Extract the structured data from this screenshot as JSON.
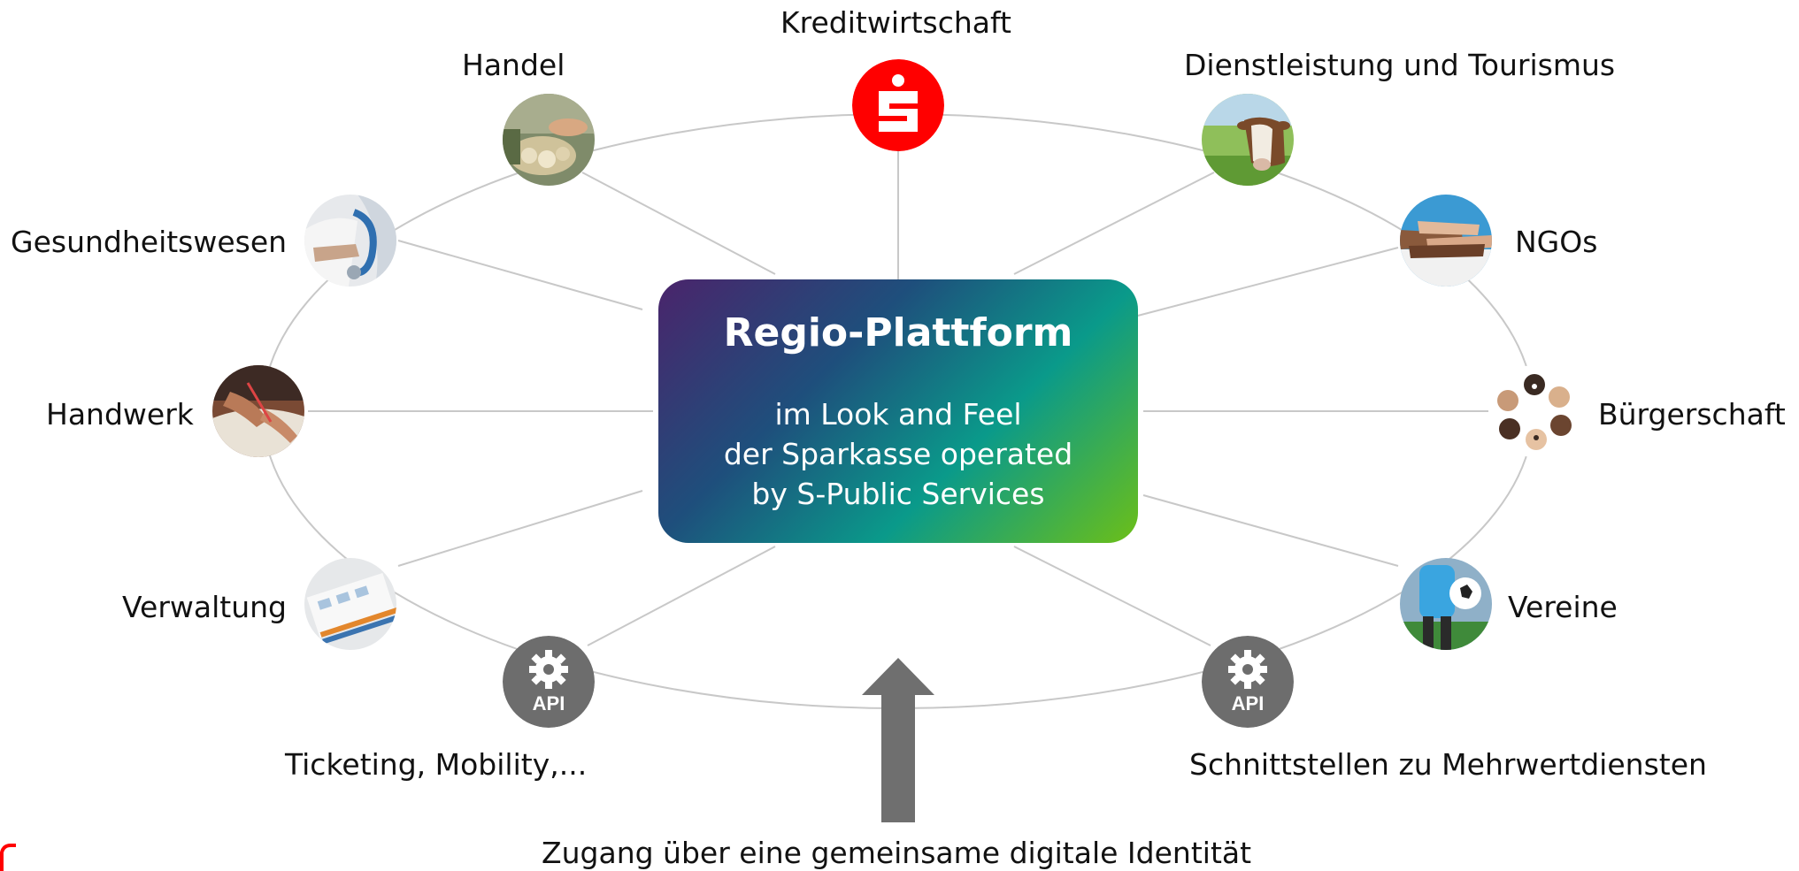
{
  "center": {
    "title": "Regio-Plattform",
    "subtitle_lines": [
      "im Look and Feel",
      "der Sparkasse operated",
      "by S-Public Services"
    ]
  },
  "nodes": {
    "kreditwirtschaft": {
      "label": "Kreditwirtschaft",
      "icon": "sparkasse-logo-icon"
    },
    "handel": {
      "label": "Handel",
      "icon": "market-photo-icon"
    },
    "dienstleistung": {
      "label": "Dienstleistung und Tourismus",
      "icon": "cow-photo-icon"
    },
    "gesundheitswesen": {
      "label": "Gesundheitswesen",
      "icon": "stethoscope-photo-icon"
    },
    "ngos": {
      "label": "NGOs",
      "icon": "stacked-hands-photo-icon"
    },
    "handwerk": {
      "label": "Handwerk",
      "icon": "craft-photo-icon"
    },
    "buergerschaft": {
      "label": "Bürgerschaft",
      "icon": "people-circle-photo-icon"
    },
    "verwaltung": {
      "label": "Verwaltung",
      "icon": "documents-photo-icon"
    },
    "vereine": {
      "label": "Vereine",
      "icon": "football-photo-icon"
    },
    "ticketing": {
      "label": "Ticketing, Mobility,...",
      "icon": "api-gear-icon",
      "badge": "API"
    },
    "schnittstellen": {
      "label": "Schnittstellen zu Mehrwertdiensten",
      "icon": "api-gear-icon",
      "badge": "API"
    }
  },
  "bottom": {
    "label": "Zugang über eine gemeinsame digitale Identität",
    "icon": "up-arrow-icon"
  },
  "colors": {
    "sparkasse_red": "#ff0000",
    "api_gray": "#6d6d6d",
    "arrow_gray": "#6f6f6f",
    "connector_gray": "#c8c8c8",
    "gradient": [
      "#4a246b",
      "#1e4f7c",
      "#0a9a8a",
      "#6cbf18"
    ]
  }
}
